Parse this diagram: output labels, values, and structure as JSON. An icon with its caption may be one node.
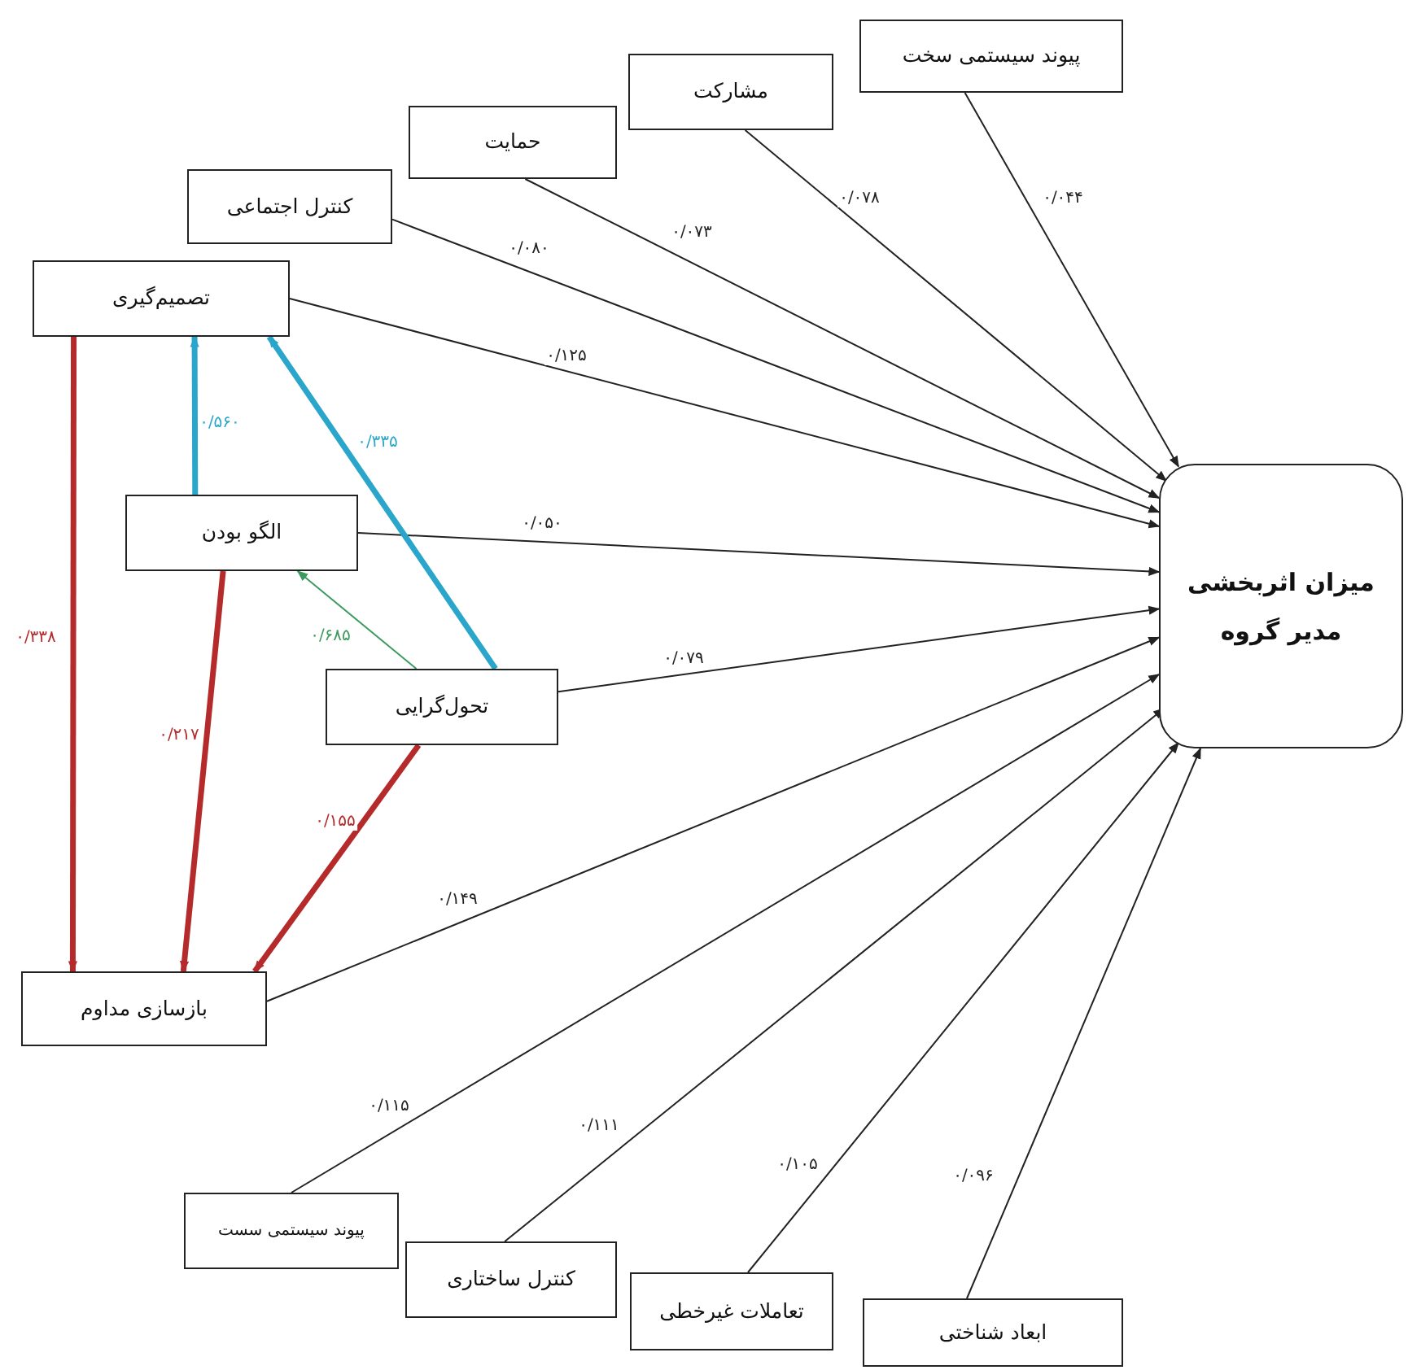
{
  "diagram": {
    "nodes": [
      {
        "text": [
          "پیوند سیستمی سخت"
        ]
      },
      {
        "text": [
          "مشارکت"
        ]
      },
      {
        "text": [
          "حمایت"
        ]
      },
      {
        "text": [
          "کنترل اجتماعی"
        ]
      },
      {
        "text": [
          "تصمیم‌گیری"
        ]
      },
      {
        "text": [
          "الگو بودن"
        ]
      },
      {
        "text": [
          "تحول‌گرایی"
        ]
      },
      {
        "text": [
          "بازسازی مداوم"
        ]
      },
      {
        "text": [
          "پیوند سیستمی سست"
        ]
      },
      {
        "text": [
          "کنترل ساختاری"
        ]
      },
      {
        "text": [
          "تعاملات غیرخطی"
        ]
      },
      {
        "text": [
          "ابعاد شناختی"
        ]
      },
      {
        "text": [
          "میزان اثربخشی مدیر گروه"
        ]
      }
    ],
    "edges": [
      {
        "from": 0,
        "to": 12,
        "arrow": "to",
        "label": "۰/۰۴۴"
      },
      {
        "from": 1,
        "to": 12,
        "arrow": "to",
        "label": "۰/۰۷۸"
      },
      {
        "from": 2,
        "to": 12,
        "arrow": "to",
        "label": "۰/۰۷۳"
      },
      {
        "from": 3,
        "to": 12,
        "arrow": "to",
        "label": "۰/۰۸۰"
      },
      {
        "from": 4,
        "to": 12,
        "arrow": "to",
        "label": "۰/۱۲۵"
      },
      {
        "from": 5,
        "to": 12,
        "arrow": "to",
        "label": "۰/۰۵۰"
      },
      {
        "from": 6,
        "to": 12,
        "arrow": "to",
        "label": "۰/۰۷۹"
      },
      {
        "from": 7,
        "to": 12,
        "arrow": "to",
        "label": "۰/۱۴۹"
      },
      {
        "from": 8,
        "to": 12,
        "arrow": "to",
        "label": "۰/۱۱۵"
      },
      {
        "from": 9,
        "to": 12,
        "arrow": "to",
        "label": "۰/۱۱۱"
      },
      {
        "from": 10,
        "to": 12,
        "arrow": "to",
        "label": "۰/۱۰۵"
      },
      {
        "from": 11,
        "to": 12,
        "arrow": "to",
        "label": "۰/۰۹۶"
      },
      {
        "from": 5,
        "to": 4,
        "arrow": "to",
        "label": "۰/۵۶۰",
        "color": "#2ba6cb",
        "style": "thick"
      },
      {
        "from": 6,
        "to": 4,
        "arrow": "to",
        "label": "۰/۳۳۵",
        "color": "#2ba6cb",
        "style": "thick"
      },
      {
        "from": 6,
        "to": 5,
        "arrow": "to",
        "label": "۰/۶۸۵",
        "color": "#3d9a5e"
      },
      {
        "from": 4,
        "to": 7,
        "arrow": "to",
        "label": "۰/۳۳۸",
        "color": "#b52a2a",
        "style": "thick"
      },
      {
        "from": 5,
        "to": 7,
        "arrow": "to",
        "label": "۰/۲۱۷",
        "color": "#b52a2a",
        "style": "thick"
      },
      {
        "from": 6,
        "to": 7,
        "arrow": "to",
        "label": "۰/۱۵۵",
        "color": "#b52a2a",
        "style": "thick"
      }
    ]
  }
}
